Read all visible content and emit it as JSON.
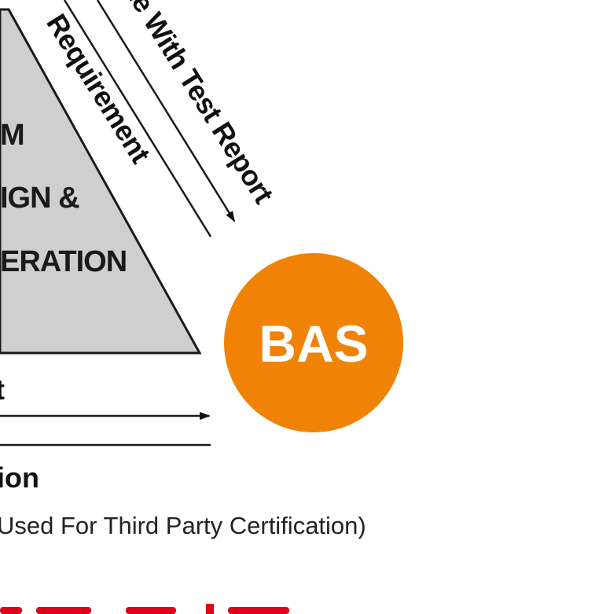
{
  "triangle": {
    "lines": [
      "M",
      "IGN &",
      "ERATION"
    ]
  },
  "arrows": {
    "requirement_label": "Requirement",
    "test_report_label": "te With Test Report",
    "bottom_upper_label": "t",
    "bottom_lower_label": "ion",
    "certification_note": "Used For Third Party Certification)"
  },
  "bas": {
    "label": "BAS",
    "color": "#F08305"
  },
  "colors": {
    "triangle_fill": "#CFCFCF",
    "line": "#1a1a1a",
    "accent_red": "#E0001B"
  }
}
